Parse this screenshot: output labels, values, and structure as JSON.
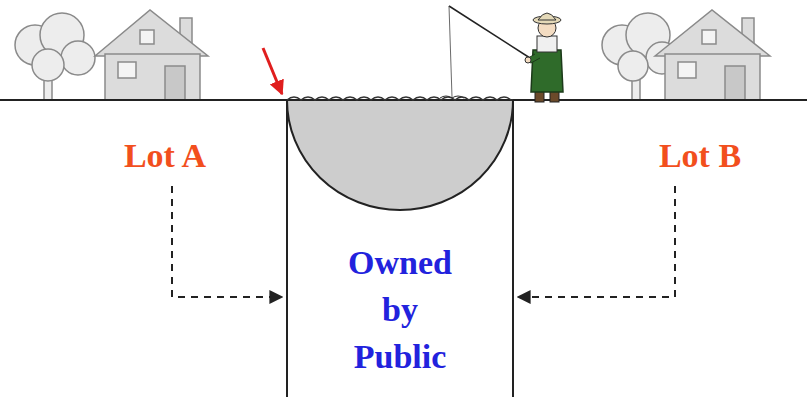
{
  "diagram": {
    "labels": [
      "Lot A",
      "Lot B",
      "Owned by Public"
    ]
  }
}
